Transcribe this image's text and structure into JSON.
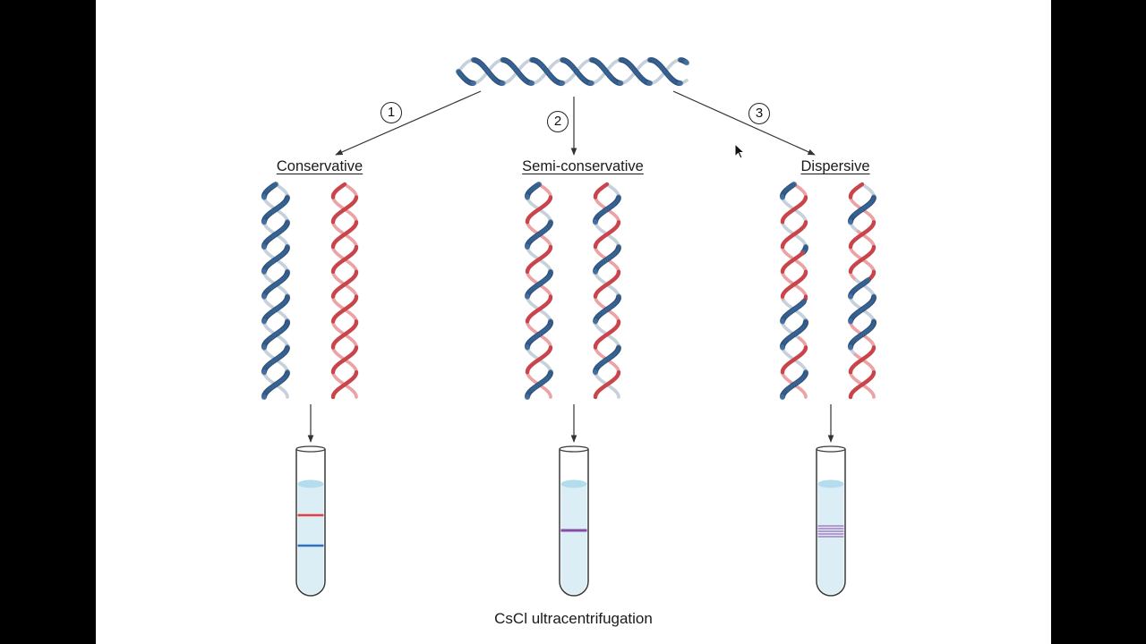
{
  "models": [
    {
      "id": "conservative",
      "step": "1",
      "label": "Conservative"
    },
    {
      "id": "semi-conservative",
      "step": "2",
      "label": "Semi-conservative"
    },
    {
      "id": "dispersive",
      "step": "3",
      "label": "Dispersive"
    }
  ],
  "caption": "CsCl ultracentrifugation",
  "colors": {
    "heavy_strand": "#3d6fa6",
    "heavy_strand_light": "#c6d1dc",
    "light_strand": "#c9454b",
    "light_strand_light": "#eba3a6",
    "gradient_fill": "#dbeef6",
    "meniscus": "#b4dcef",
    "heavy_band": "#2f6fc0",
    "light_band": "#e0403f",
    "hybrid_band": "#8a4aa8"
  }
}
